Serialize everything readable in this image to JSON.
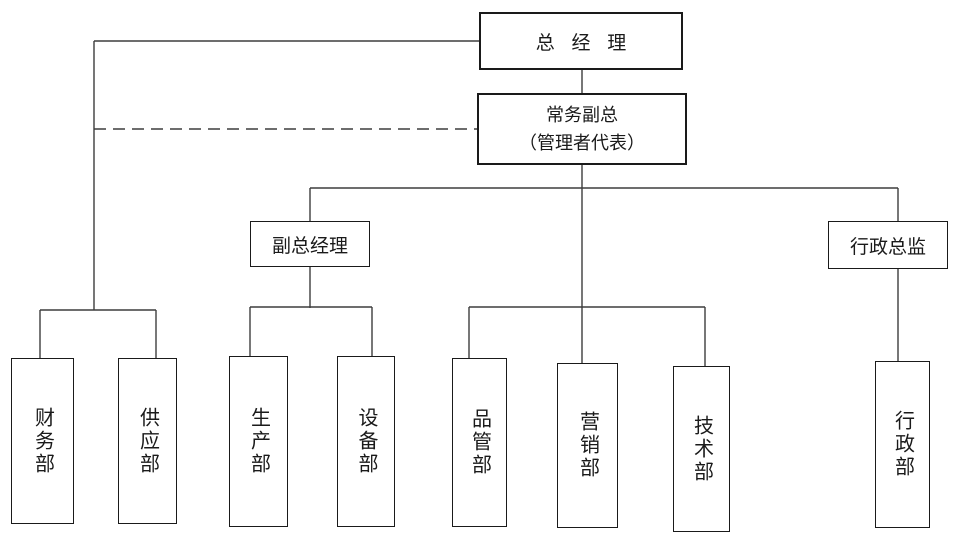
{
  "orgchart": {
    "background": "#ffffff",
    "line_color": "#3d3d3d",
    "box_border_color": "#1a1a1a",
    "text_color": "#1a1a1a",
    "nodes": [
      {
        "id": "general-manager",
        "label": "总 经 理"
      },
      {
        "id": "executive-vice-president",
        "label_line1": "常务副总",
        "label_line2": "（管理者代表）"
      },
      {
        "id": "deputy-general-manager",
        "label": "副总经理"
      },
      {
        "id": "administrative-director",
        "label": "行政总监"
      },
      {
        "id": "finance-dept",
        "label": "财务部"
      },
      {
        "id": "supply-dept",
        "label": "供应部"
      },
      {
        "id": "production-dept",
        "label": "生产部"
      },
      {
        "id": "equipment-dept",
        "label": "设备部"
      },
      {
        "id": "quality-dept",
        "label": "品管部"
      },
      {
        "id": "marketing-dept",
        "label": "营销部"
      },
      {
        "id": "technology-dept",
        "label": "技术部"
      },
      {
        "id": "administration-dept",
        "label": "行政部"
      }
    ],
    "edges": [
      {
        "from": "general-manager",
        "to": "executive-vice-president",
        "style": "solid"
      },
      {
        "from": "general-manager",
        "to": "finance-dept",
        "style": "solid"
      },
      {
        "from": "general-manager",
        "to": "supply-dept",
        "style": "solid"
      },
      {
        "from": "executive-vice-president",
        "to": "finance-supply-branch",
        "style": "dashed"
      },
      {
        "from": "executive-vice-president",
        "to": "deputy-general-manager",
        "style": "solid"
      },
      {
        "from": "executive-vice-president",
        "to": "administrative-director",
        "style": "solid"
      },
      {
        "from": "executive-vice-president",
        "to": "quality-dept",
        "style": "solid"
      },
      {
        "from": "executive-vice-president",
        "to": "marketing-dept",
        "style": "solid"
      },
      {
        "from": "executive-vice-president",
        "to": "technology-dept",
        "style": "solid"
      },
      {
        "from": "deputy-general-manager",
        "to": "production-dept",
        "style": "solid"
      },
      {
        "from": "deputy-general-manager",
        "to": "equipment-dept",
        "style": "solid"
      },
      {
        "from": "administrative-director",
        "to": "administration-dept",
        "style": "solid"
      }
    ]
  }
}
